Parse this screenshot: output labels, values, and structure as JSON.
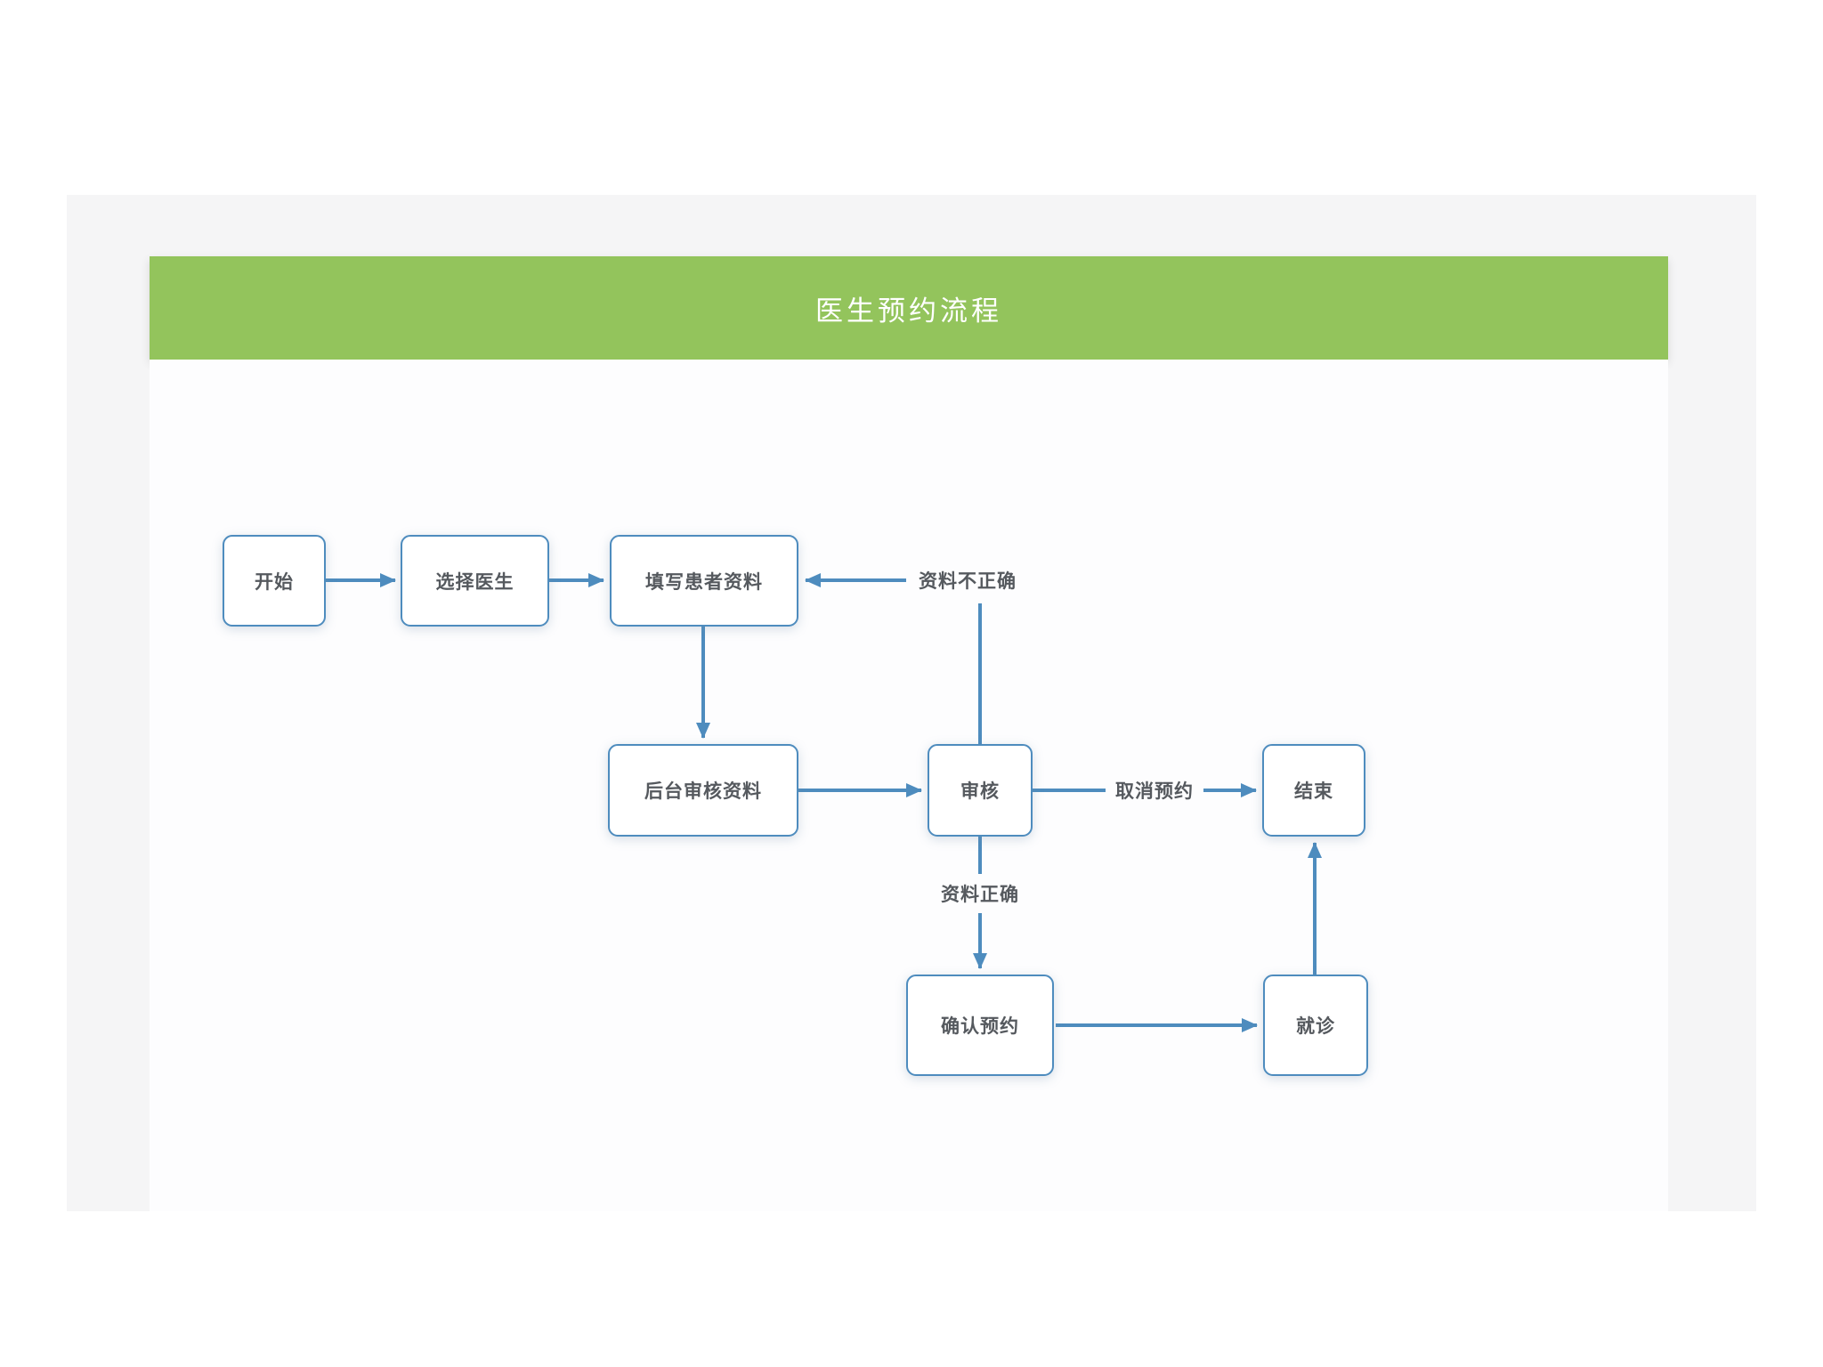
{
  "title": "医生预约流程",
  "colors": {
    "banner_green": "#93c45c",
    "line_blue": "#4e8cbe",
    "text_gray": "#55595e"
  },
  "nodes": [
    {
      "id": "start",
      "label": "开始"
    },
    {
      "id": "select-doctor",
      "label": "选择医生"
    },
    {
      "id": "fill-patient-info",
      "label": "填写患者资料"
    },
    {
      "id": "backend-review",
      "label": "后台审核资料"
    },
    {
      "id": "review",
      "label": "审核"
    },
    {
      "id": "end",
      "label": "结束"
    },
    {
      "id": "confirm-appointment",
      "label": "确认预约"
    },
    {
      "id": "visit",
      "label": "就诊"
    }
  ],
  "edges": [
    {
      "from": "start",
      "to": "select-doctor",
      "label": ""
    },
    {
      "from": "select-doctor",
      "to": "fill-patient-info",
      "label": ""
    },
    {
      "from": "fill-patient-info",
      "to": "backend-review",
      "label": ""
    },
    {
      "from": "backend-review",
      "to": "review",
      "label": ""
    },
    {
      "from": "review",
      "to": "fill-patient-info",
      "label": "资料不正确"
    },
    {
      "from": "review",
      "to": "end",
      "label": "取消预约"
    },
    {
      "from": "review",
      "to": "confirm-appointment",
      "label": "资料正确"
    },
    {
      "from": "confirm-appointment",
      "to": "visit",
      "label": ""
    },
    {
      "from": "visit",
      "to": "end",
      "label": ""
    }
  ]
}
